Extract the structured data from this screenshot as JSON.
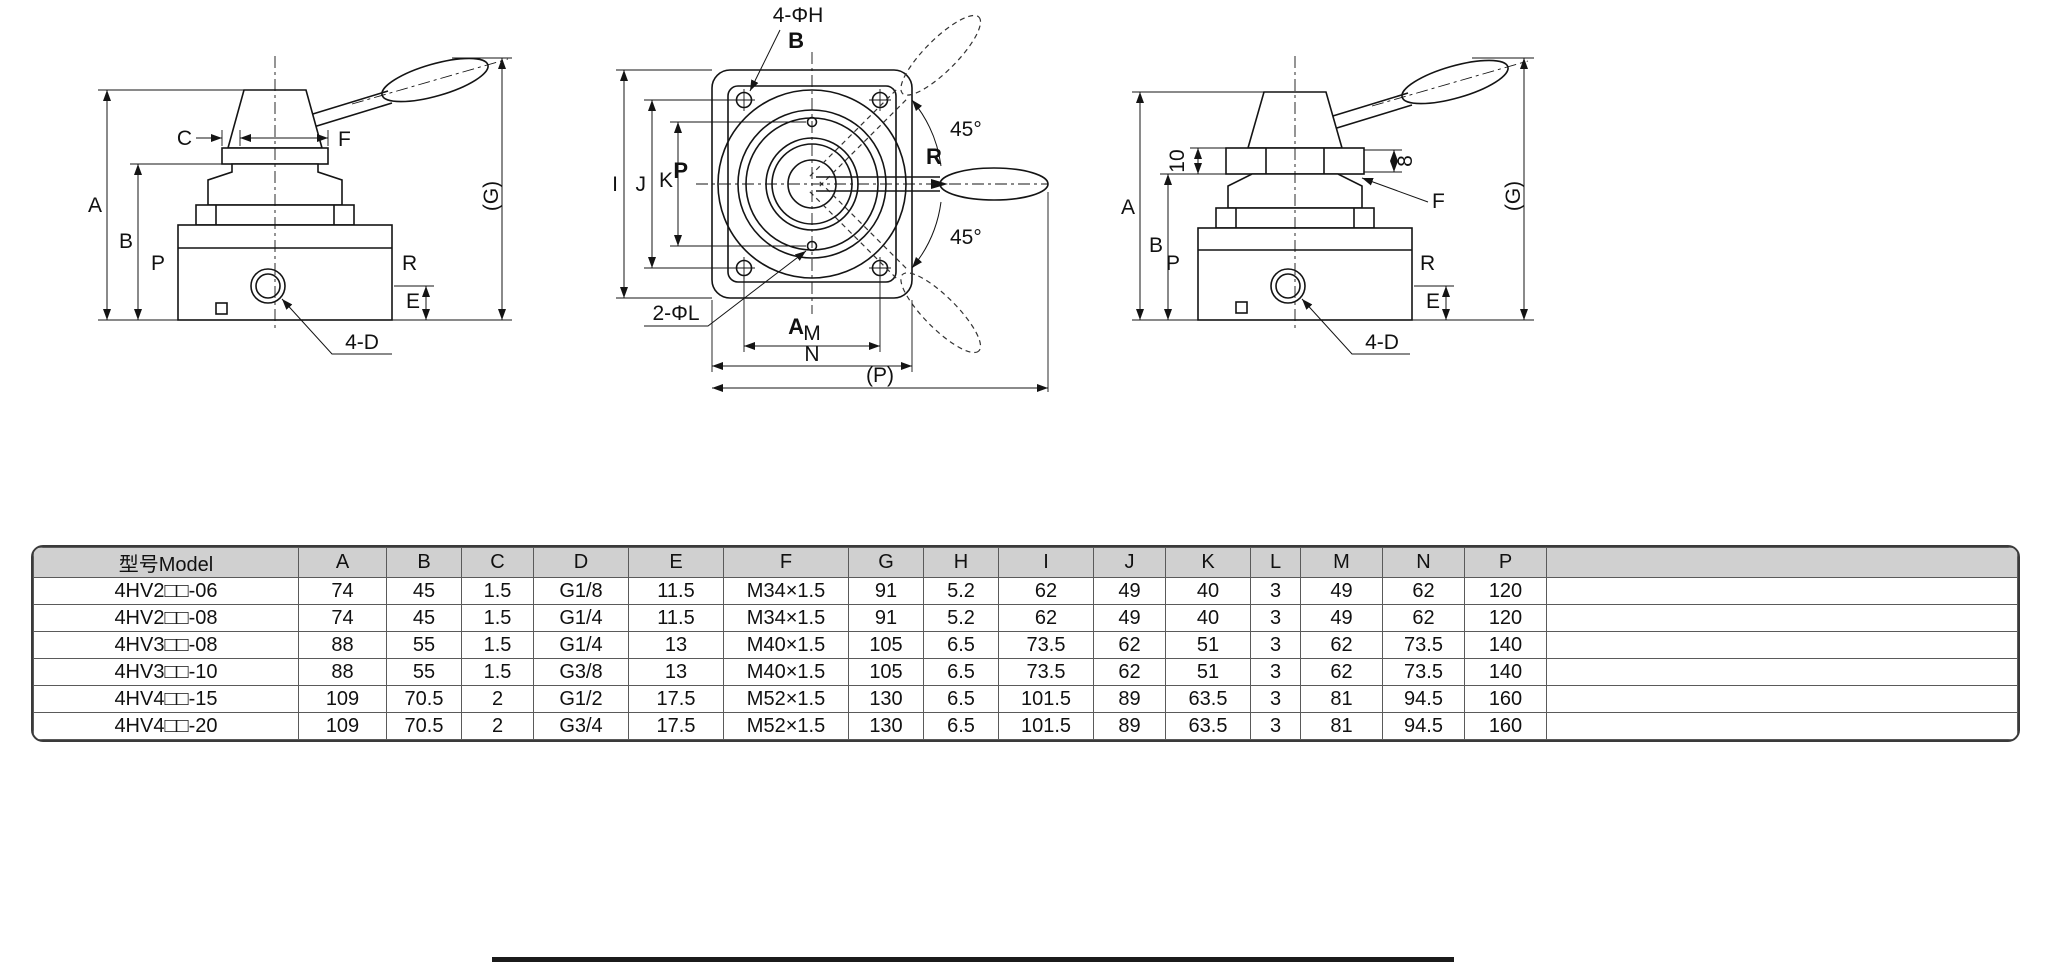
{
  "drawings": {
    "left_view": {
      "labels": {
        "a": "A",
        "b": "B",
        "c": "C",
        "f": "F",
        "e": "E",
        "g": "(G)",
        "p": "P",
        "r": "R",
        "four_d": "4-D"
      }
    },
    "top_view": {
      "labels": {
        "four_h": "4-ΦH",
        "two_l": "2-ΦL",
        "a": "A",
        "b": "B",
        "p": "P",
        "r": "R",
        "i": "I",
        "j": "J",
        "k": "K",
        "m": "M",
        "n": "N",
        "p_total": "(P)",
        "deg_top": "45°",
        "deg_bot": "45°"
      }
    },
    "right_view": {
      "labels": {
        "a": "A",
        "b": "B",
        "ten": "10",
        "eight": "8",
        "f": "F",
        "e": "E",
        "g": "(G)",
        "p": "P",
        "r": "R",
        "four_d": "4-D"
      }
    }
  },
  "table": {
    "headers": [
      "型号Model",
      "A",
      "B",
      "C",
      "D",
      "E",
      "F",
      "G",
      "H",
      "I",
      "J",
      "K",
      "L",
      "M",
      "N",
      "P"
    ],
    "rows": [
      [
        "4HV2□□-06",
        "74",
        "45",
        "1.5",
        "G1/8",
        "11.5",
        "M34×1.5",
        "91",
        "5.2",
        "62",
        "49",
        "40",
        "3",
        "49",
        "62",
        "120"
      ],
      [
        "4HV2□□-08",
        "74",
        "45",
        "1.5",
        "G1/4",
        "11.5",
        "M34×1.5",
        "91",
        "5.2",
        "62",
        "49",
        "40",
        "3",
        "49",
        "62",
        "120"
      ],
      [
        "4HV3□□-08",
        "88",
        "55",
        "1.5",
        "G1/4",
        "13",
        "M40×1.5",
        "105",
        "6.5",
        "73.5",
        "62",
        "51",
        "3",
        "62",
        "73.5",
        "140"
      ],
      [
        "4HV3□□-10",
        "88",
        "55",
        "1.5",
        "G3/8",
        "13",
        "M40×1.5",
        "105",
        "6.5",
        "73.5",
        "62",
        "51",
        "3",
        "62",
        "73.5",
        "140"
      ],
      [
        "4HV4□□-15",
        "109",
        "70.5",
        "2",
        "G1/2",
        "17.5",
        "M52×1.5",
        "130",
        "6.5",
        "101.5",
        "89",
        "63.5",
        "3",
        "81",
        "94.5",
        "160"
      ],
      [
        "4HV4□□-20",
        "109",
        "70.5",
        "2",
        "G3/4",
        "17.5",
        "M52×1.5",
        "130",
        "6.5",
        "101.5",
        "89",
        "63.5",
        "3",
        "81",
        "94.5",
        "160"
      ]
    ]
  }
}
